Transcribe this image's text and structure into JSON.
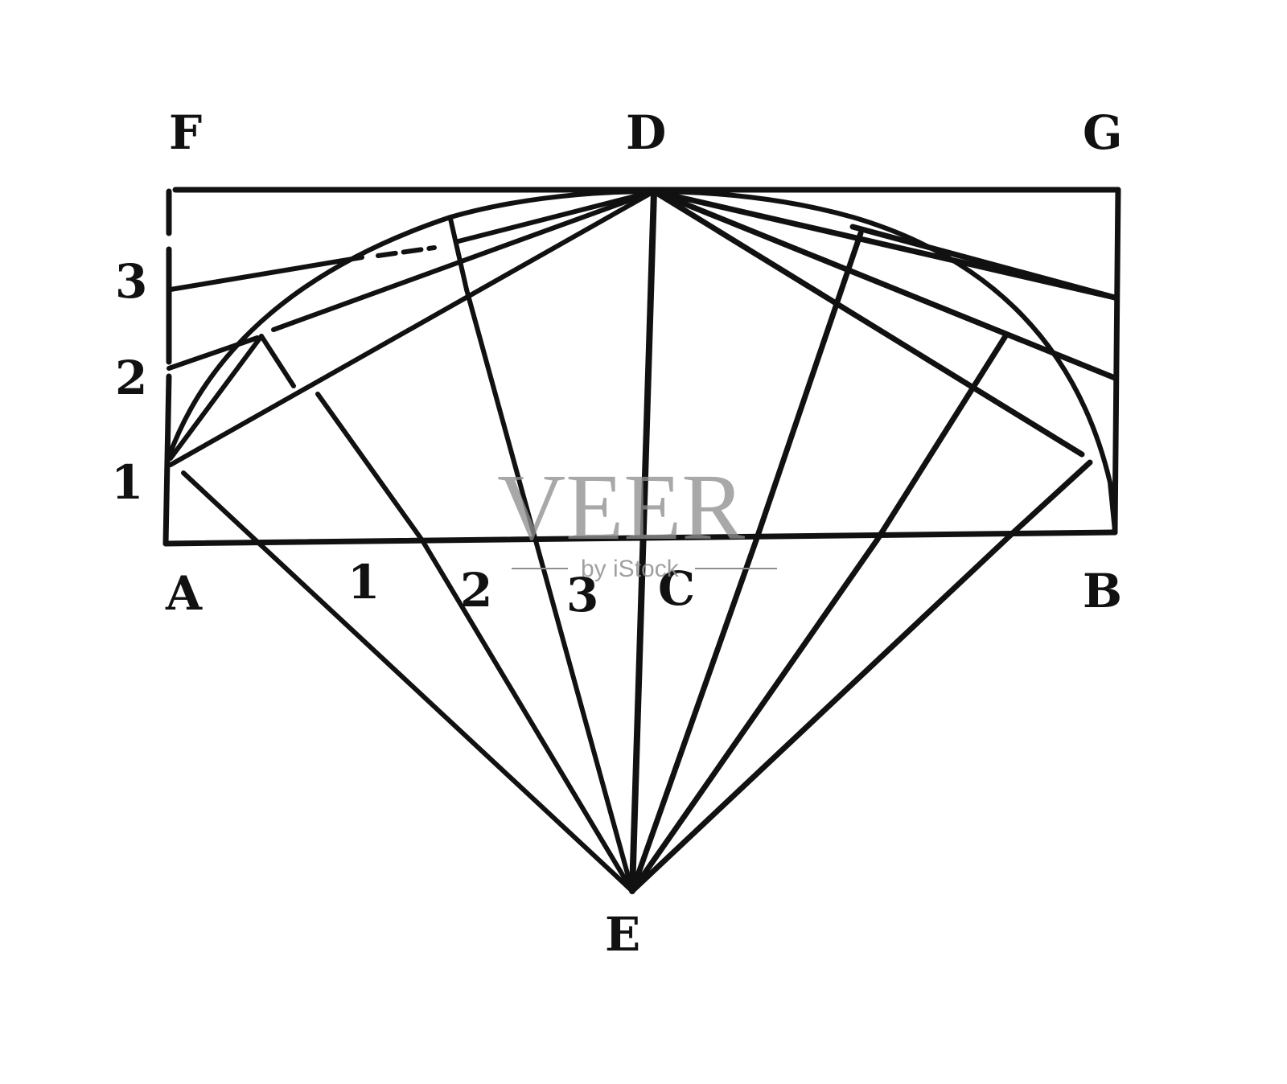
{
  "figure": {
    "description": "Geometric construction: rectangle FGBA with point D on top, C on base, E below; lines radiating from D and E, an arc from 1 to B",
    "labels": {
      "F": "F",
      "D": "D",
      "G": "G",
      "A": "A",
      "C": "C",
      "B": "B",
      "E": "E",
      "left_1": "1",
      "left_2": "2",
      "left_3": "3",
      "base_1": "1",
      "base_2": "2",
      "base_3": "3"
    },
    "ink_color": "#111111",
    "background": "#ffffff"
  },
  "watermark": {
    "main": "VEER",
    "sub": "by iStock",
    "color": "#8f8f8f"
  }
}
